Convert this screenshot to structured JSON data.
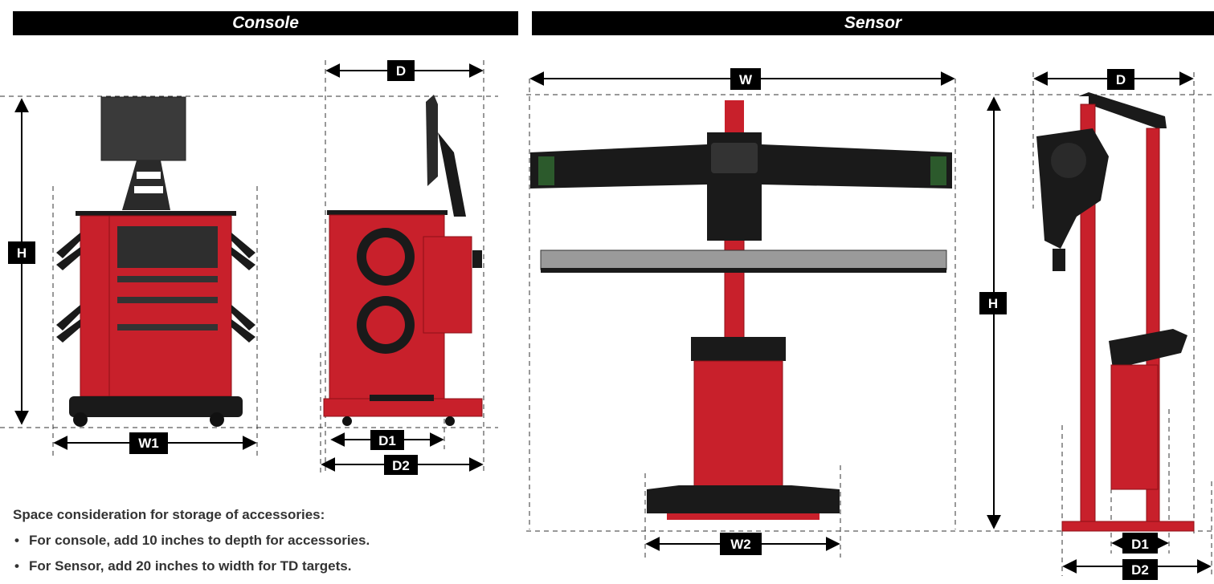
{
  "headers": {
    "console": "Console",
    "sensor": "Sensor"
  },
  "console_labels": {
    "height": "H",
    "width": "W1",
    "depth": "D",
    "depth1": "D1",
    "depth2": "D2"
  },
  "sensor_labels": {
    "width": "W",
    "height": "H",
    "depth": "D",
    "width2": "W2",
    "depth1": "D1",
    "depth2": "D2"
  },
  "notes": {
    "title": "Space consideration for storage of accessories:",
    "items": [
      "For console, add 10 inches to depth for accessories.",
      "For Sensor, add 20 inches to width for TD targets."
    ]
  },
  "colors": {
    "body_red": "#c8202b",
    "dark_red": "#8e1117",
    "black": "#1a1a1a",
    "screen": "#3a3a3a"
  }
}
